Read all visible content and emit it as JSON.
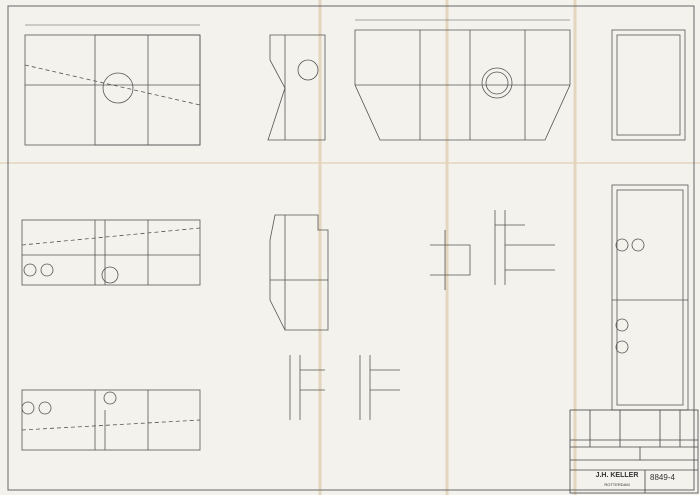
{
  "title_block": {
    "company": "J.H. KELLER",
    "city": "ROTTERDAM",
    "drawing_number": "8849-4"
  },
  "colors": {
    "paper": "#f3f2ed",
    "ink": "#555555",
    "fold_stain": "#c9a77a"
  }
}
